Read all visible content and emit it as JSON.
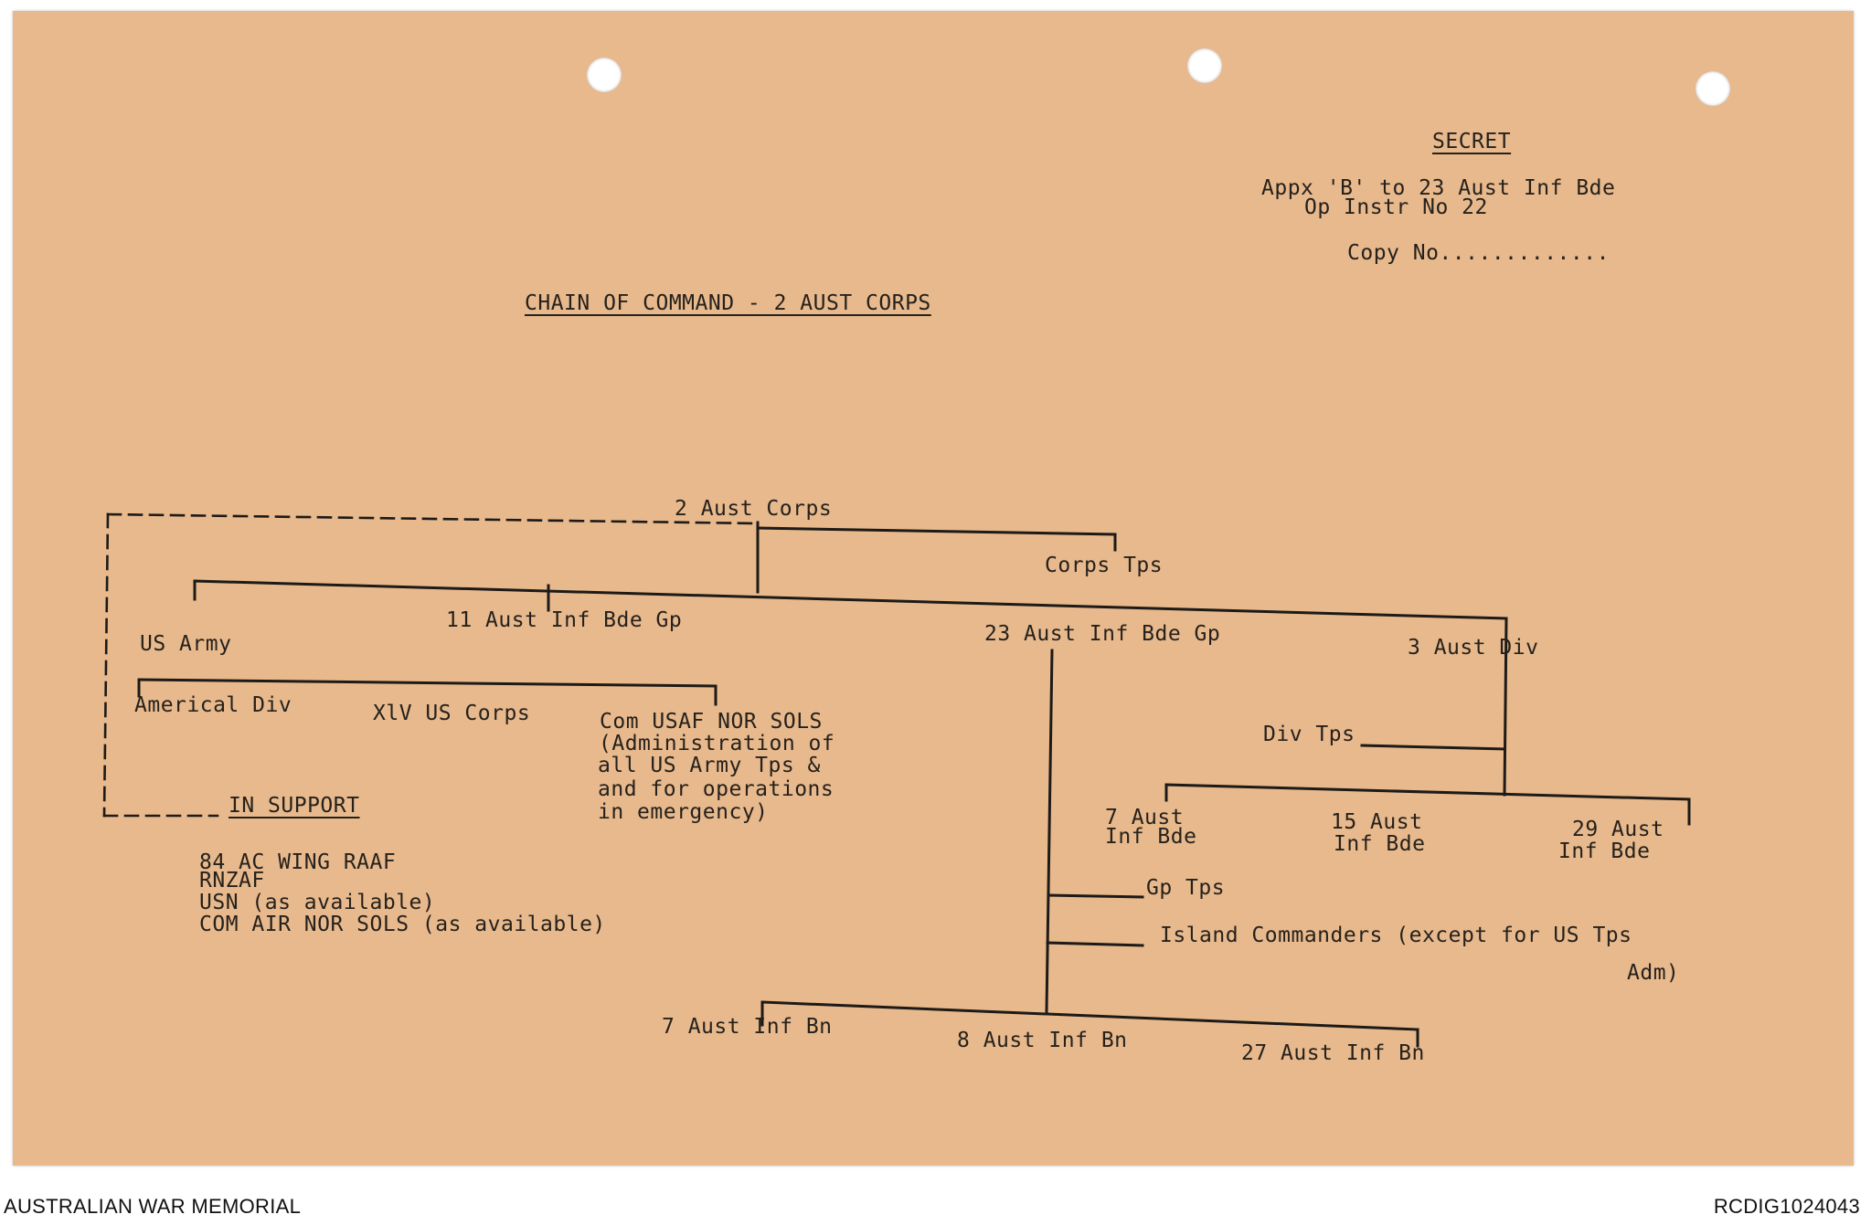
{
  "header": {
    "classification": "SECRET",
    "reference_line_1": "Appx 'B' to 23 Aust Inf Bde",
    "reference_line_2": "Op Instr No 22",
    "copy_no": "Copy No............."
  },
  "title": "CHAIN OF COMMAND - 2 AUST CORPS",
  "chart": {
    "top": "2 Aust Corps",
    "corps_tps": "Corps Tps",
    "us_army": "US Army",
    "americal_div": "Americal Div",
    "xiv_us_corps": "XlV US Corps",
    "com_usaf": [
      "Com USAF NOR SOLS",
      "(Administration of",
      "all US Army Tps &",
      "and for operations",
      "in emergency)"
    ],
    "bde_11": "11 Aust Inf Bde Gp",
    "bde_23": "23 Aust Inf Bde Gp",
    "div_3": "3 Aust Div",
    "div_tps": "Div Tps",
    "bde_7": [
      "7 Aust",
      "Inf Bde"
    ],
    "bde_15": [
      "15 Aust",
      "Inf Bde"
    ],
    "bde_29": [
      "29 Aust",
      "Inf Bde"
    ],
    "gp_tps": "Gp Tps",
    "island_cmdrs_1": "Island Commanders (except for US Tps",
    "island_cmdrs_2": "Adm)",
    "bn_7": "7 Aust Inf Bn",
    "bn_8": "8 Aust Inf Bn",
    "bn_27": "27 Aust Inf Bn"
  },
  "support": {
    "heading": "IN SUPPORT",
    "items": [
      "84 AC WING RAAF",
      "RNZAF",
      "USN (as available)",
      "COM AIR NOR SOLS (as available)"
    ]
  },
  "footer": {
    "left": "AUSTRALIAN WAR MEMORIAL",
    "right": "RCDIG1024043"
  }
}
